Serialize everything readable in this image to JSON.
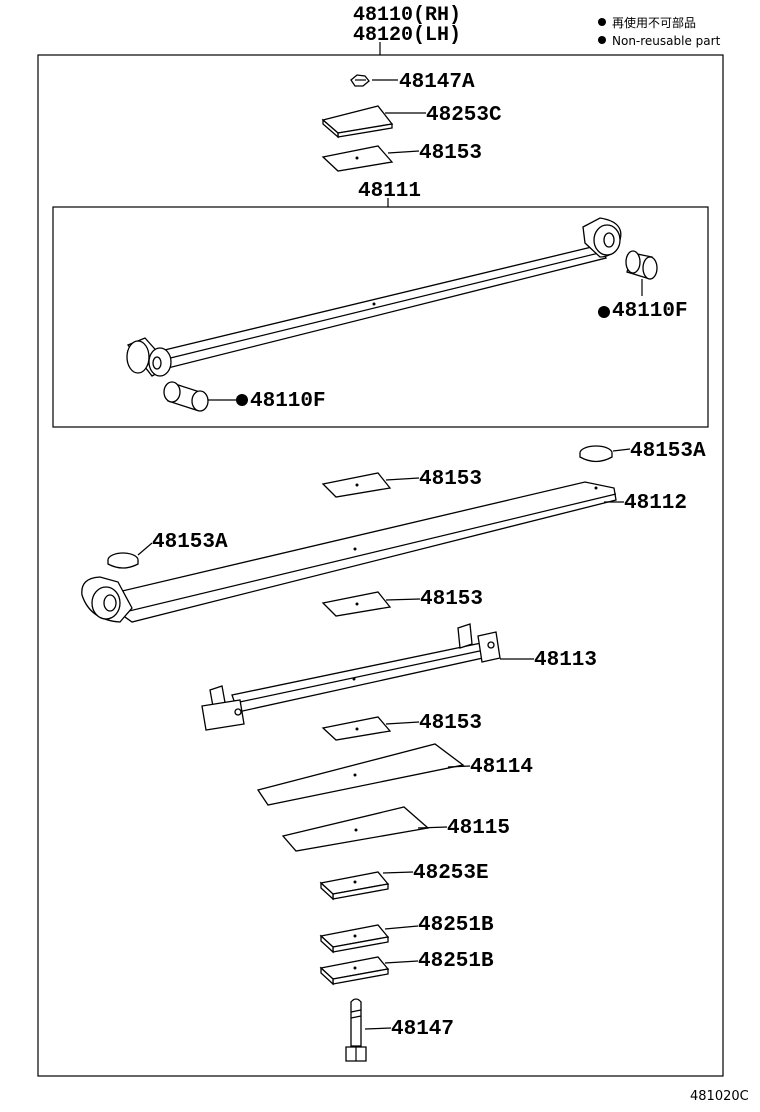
{
  "header": {
    "line1": "48110(RH)",
    "line2": "48120(LH)"
  },
  "legend": {
    "jp": "再使用不可部品",
    "en": "Non-reusable part"
  },
  "sub_assembly": {
    "label": "48111"
  },
  "parts": {
    "nut": "48147A",
    "seat_top": "48253C",
    "clip_top": "48153",
    "bushing_right": "48110F",
    "bushing_left": "48110F",
    "cap_right": "48153A",
    "clip_2": "48153",
    "leaf_2": "48112",
    "cap_left": "48153A",
    "clip_3": "48153",
    "leaf_3": "48113",
    "clip_4": "48153",
    "leaf_4": "48114",
    "leaf_5": "48115",
    "seat_e": "48253E",
    "spacer_1": "48251B",
    "spacer_2": "48251B",
    "bolt": "48147"
  },
  "footer": {
    "code": "481020C"
  }
}
